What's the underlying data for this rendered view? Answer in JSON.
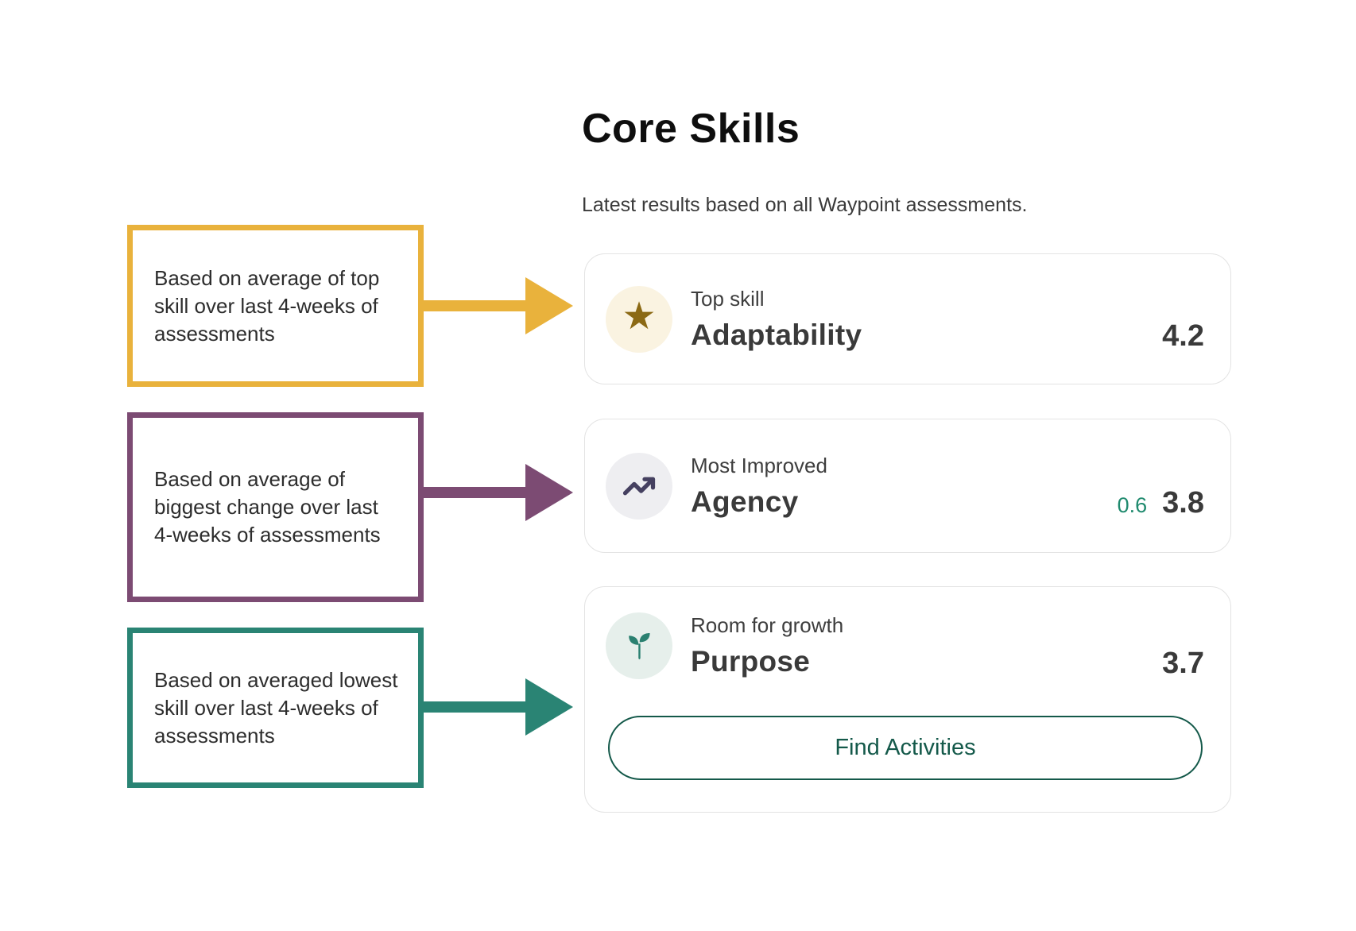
{
  "header": {
    "title": "Core Skills",
    "subtitle": "Latest results based on all Waypoint assessments."
  },
  "annotations": [
    {
      "text": "Based on average of top skill over last 4-weeks of assessments",
      "color": "#E9B23C"
    },
    {
      "text": "Based on average of biggest change over last 4-weeks of assessments",
      "color": "#7C4B73"
    },
    {
      "text": "Based on averaged lowest skill over last 4-weeks of assessments",
      "color": "#2A8474"
    }
  ],
  "cards": [
    {
      "label": "Top skill",
      "skill": "Adaptability",
      "score": "4.2",
      "icon": "star-icon",
      "icon_glyph": "★",
      "icon_color": "#8B6914",
      "icon_bg": "#FAF3E1"
    },
    {
      "label": "Most Improved",
      "skill": "Agency",
      "score": "3.8",
      "delta": "0.6",
      "delta_color": "#1F8A6E",
      "icon": "trending-up-icon",
      "icon_color": "#454060",
      "icon_bg": "#EEEEF1"
    },
    {
      "label": "Room for growth",
      "skill": "Purpose",
      "score": "3.7",
      "icon": "sprout-icon",
      "icon_color": "#2A8070",
      "icon_bg": "#E6EFEB",
      "button_label": "Find Activities",
      "button_color": "#14594A"
    }
  ],
  "colors": {
    "card_border": "#E3E3E3",
    "heading_text": "#0E0E0E",
    "body_text": "#3A3A3A",
    "score_text": "#3A3A3A",
    "note_text": "#2D2D2D"
  }
}
